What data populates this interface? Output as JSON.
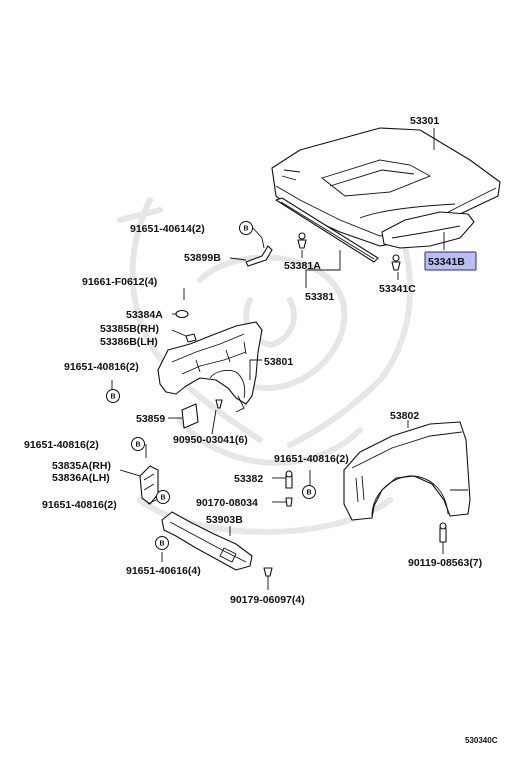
{
  "diagram_code": "530340C",
  "highlight_color": "#b8bff0",
  "badge_letter": "B",
  "parts": [
    {
      "id": "p53301",
      "number": "53301"
    },
    {
      "id": "p53341B",
      "number": "53341B",
      "highlighted": true
    },
    {
      "id": "p53381A",
      "number": "53381A"
    },
    {
      "id": "p53381",
      "number": "53381"
    },
    {
      "id": "p53341C",
      "number": "53341C"
    },
    {
      "id": "p91651_40614",
      "number": "91651-40614(2)"
    },
    {
      "id": "p53899B",
      "number": "53899B"
    },
    {
      "id": "p91661_F0612",
      "number": "91661-F0612(4)"
    },
    {
      "id": "p53384A",
      "number": "53384A"
    },
    {
      "id": "p53385B",
      "number": "53385B(RH)"
    },
    {
      "id": "p53386B",
      "number": "53386B(LH)"
    },
    {
      "id": "p91651_40816_a",
      "number": "91651-40816(2)"
    },
    {
      "id": "p53801",
      "number": "53801"
    },
    {
      "id": "p53859",
      "number": "53859"
    },
    {
      "id": "p90950_03041",
      "number": "90950-03041(6)"
    },
    {
      "id": "p53802",
      "number": "53802"
    },
    {
      "id": "p91651_40816_b",
      "number": "91651-40816(2)"
    },
    {
      "id": "p53835A",
      "number": "53835A(RH)"
    },
    {
      "id": "p53836A",
      "number": "53836A(LH)"
    },
    {
      "id": "p91651_40816_c",
      "number": "91651-40816(2)"
    },
    {
      "id": "p53382",
      "number": "53382"
    },
    {
      "id": "p91651_40816_d",
      "number": "91651-40816(2)"
    },
    {
      "id": "p90170_08034",
      "number": "90170-08034"
    },
    {
      "id": "p53903B",
      "number": "53903B"
    },
    {
      "id": "p91651_40616",
      "number": "91651-40616(4)"
    },
    {
      "id": "p90119_08563",
      "number": "90119-08563(7)"
    },
    {
      "id": "p90179_06097",
      "number": "90179-06097(4)"
    }
  ]
}
